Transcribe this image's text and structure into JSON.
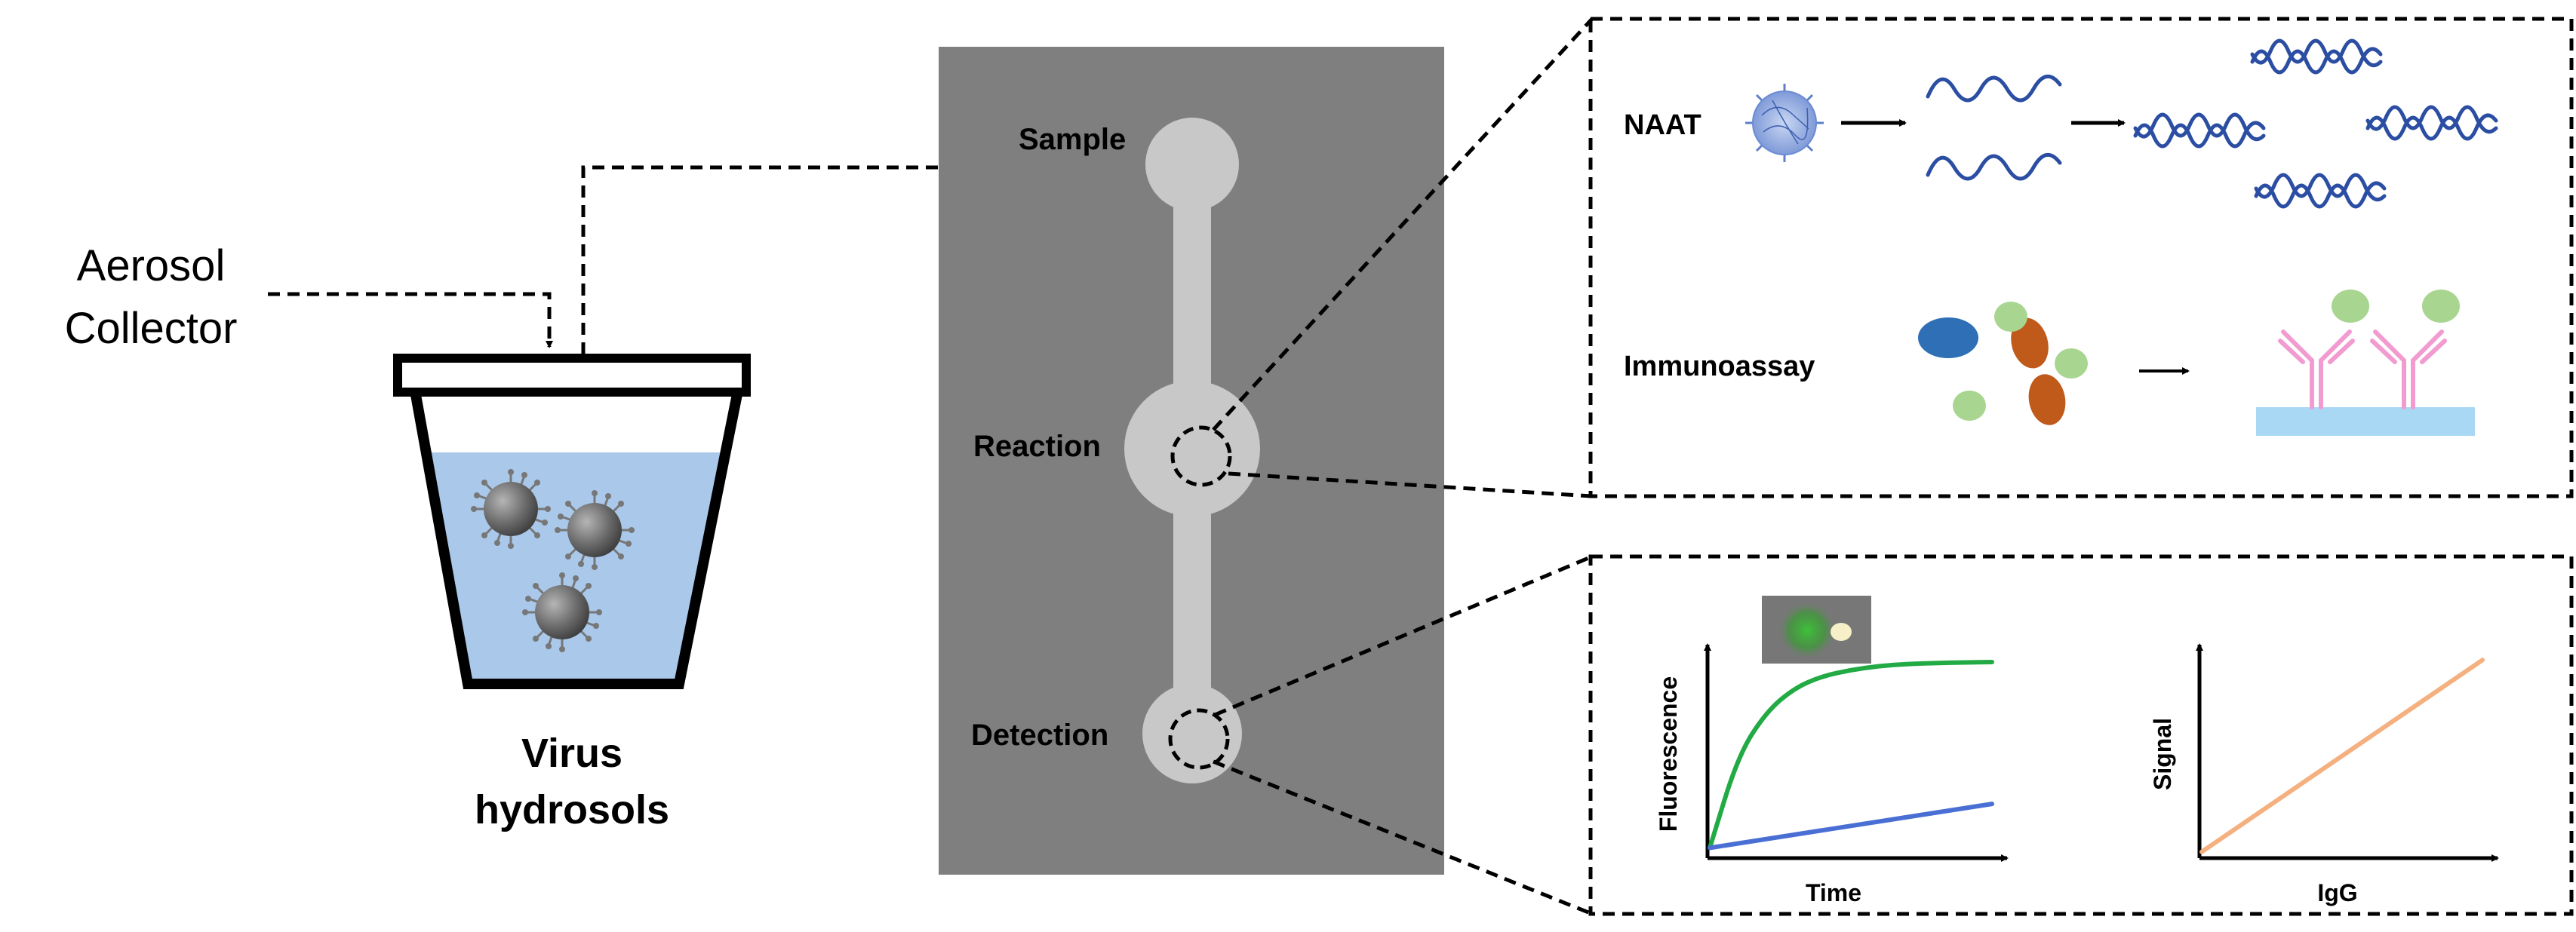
{
  "labels": {
    "aerosol_line1": "Aerosol",
    "aerosol_line2": "Collector",
    "virus_line1": "Virus",
    "virus_line2": "hydrosols",
    "sample": "Sample",
    "reaction": "Reaction",
    "detection": "Detection",
    "naat": "NAAT",
    "immunoassay": "Immunoassay"
  },
  "chart_data": [
    {
      "type": "line",
      "xlabel": "Time",
      "ylabel": "Fluorescence",
      "grid": false,
      "series": [
        {
          "color": "#22aa44",
          "x": [
            0,
            0.1,
            0.2,
            0.3,
            0.4,
            0.5,
            0.6,
            0.7,
            0.8,
            0.9,
            1.0
          ],
          "y": [
            0.04,
            0.5,
            0.72,
            0.84,
            0.9,
            0.93,
            0.95,
            0.96,
            0.965,
            0.968,
            0.97
          ]
        },
        {
          "color": "#4a6fd4",
          "x": [
            0,
            1.0
          ],
          "y": [
            0.04,
            0.26
          ]
        }
      ]
    },
    {
      "type": "line",
      "xlabel": "IgG",
      "ylabel": "Signal",
      "grid": false,
      "series": [
        {
          "color": "#f5b080",
          "x": [
            0,
            1.0
          ],
          "y": [
            0.02,
            0.98
          ]
        }
      ]
    }
  ],
  "colors": {
    "chip_bg": "#7f7f7f",
    "channel": "#c8c8c8",
    "liquid": "#a9c8ea",
    "dna": "#2b4ea3",
    "antigen": "#a8d58f",
    "blue_cell": "#2e6fb5",
    "orange_cell": "#c05a1b",
    "antibody": "#f29bd0",
    "surface": "#a9d8f5"
  },
  "icons": [
    "virus-particle-icon",
    "dna-strand-icon",
    "antibody-icon",
    "cup-icon",
    "fluorescence-image-icon"
  ]
}
